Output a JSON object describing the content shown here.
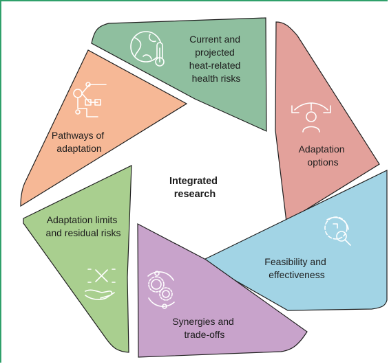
{
  "center_label": [
    "Integrated",
    "research"
  ],
  "segments": [
    {
      "id": "current-risks",
      "lines": [
        "Current and",
        "projected",
        "heat-related",
        "health risks"
      ],
      "color": "#8fbf9f",
      "icon": "globe-thermometer-icon"
    },
    {
      "id": "adaptation-options",
      "lines": [
        "Adaptation",
        "options"
      ],
      "color": "#e3a19b",
      "icon": "person-diverging-arrows-icon"
    },
    {
      "id": "feasibility",
      "lines": [
        "Feasibility and",
        "effectiveness"
      ],
      "color": "#a2d4e5",
      "icon": "gear-magnifier-icon"
    },
    {
      "id": "synergies",
      "lines": [
        "Synergies and",
        "trade-offs"
      ],
      "color": "#c8a3cb",
      "icon": "gears-cycle-icon"
    },
    {
      "id": "limits",
      "lines": [
        "Adaptation limits",
        "and residual risks"
      ],
      "color": "#a9cf8f",
      "icon": "hand-cross-icon"
    },
    {
      "id": "pathways",
      "lines": [
        "Pathways of",
        "adaptation"
      ],
      "color": "#f6b896",
      "icon": "pathway-tree-icon"
    }
  ],
  "colors": {
    "frame": "#2fa06a",
    "stroke": "#1f1f1f",
    "icon": "#ffffff"
  }
}
